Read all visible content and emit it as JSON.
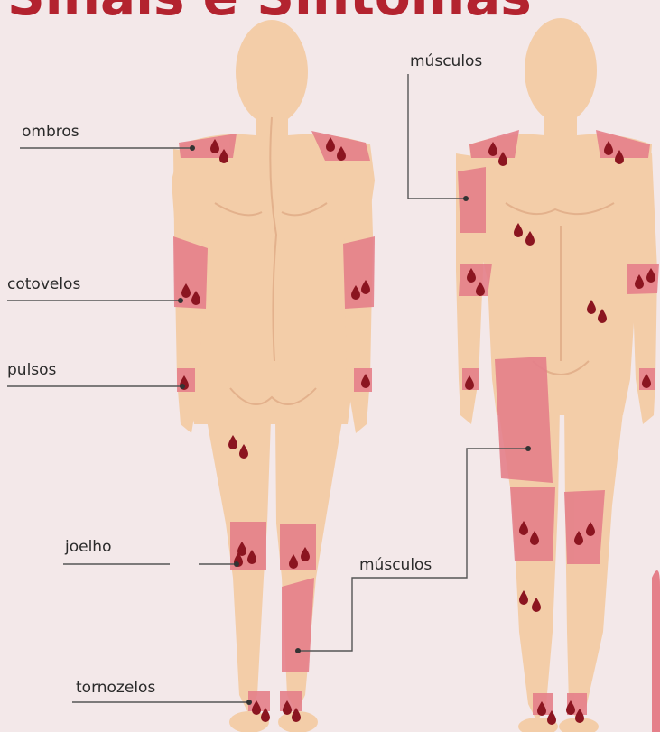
{
  "title": "Sinais e Sintomas",
  "labels": {
    "ombros": "ombros",
    "cotovelos": "cotovelos",
    "pulsos": "pulsos",
    "joelho": "joelho",
    "tornozelos": "tornozelos",
    "musculos_top": "músculos",
    "musculos_bottom": "músculos"
  },
  "colors": {
    "background": "#f3e8e9",
    "skin": "#f3cda8",
    "skin_shadow": "#e8b994",
    "highlight": "#e5808a",
    "drop": "#8b1520",
    "title": "#b3232f"
  }
}
